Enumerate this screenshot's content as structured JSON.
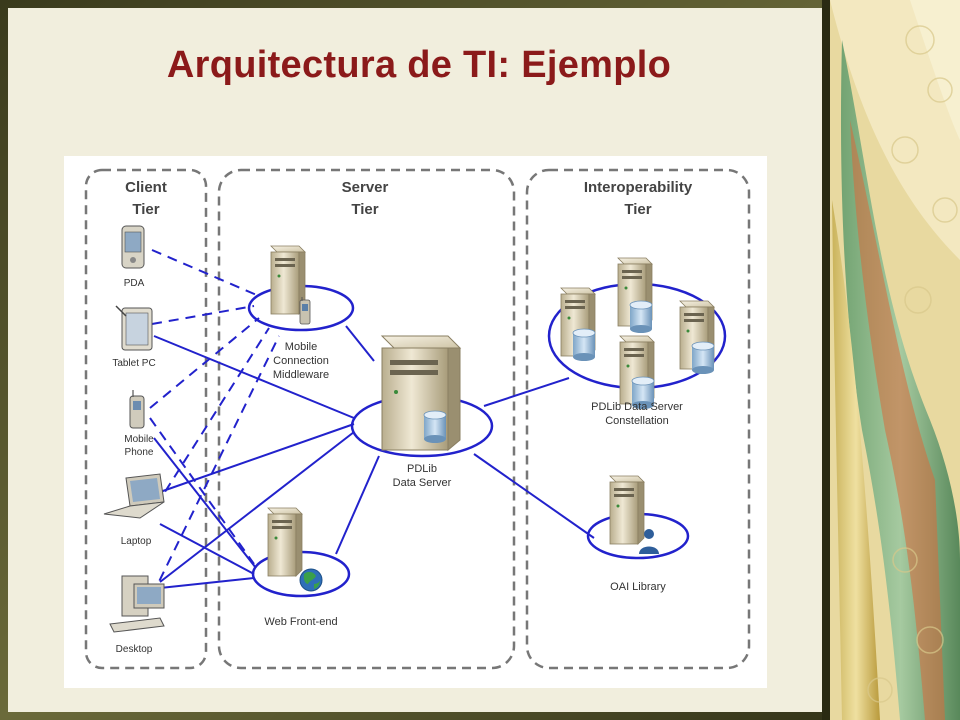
{
  "slide": {
    "title": "Arquitectura de TI: Ejemplo"
  },
  "colors": {
    "title": "#8b1a1a",
    "slide_background": "#f1eedd",
    "connector": "#2222cc",
    "dashed_box": "#777777",
    "diagram_background": "#ffffff"
  },
  "tiers": {
    "client": {
      "line1": "Client",
      "line2": "Tier"
    },
    "server": {
      "line1": "Server",
      "line2": "Tier"
    },
    "interop": {
      "line1": "Interoperability",
      "line2": "Tier"
    }
  },
  "clients": {
    "pda": "PDA",
    "tablet": "Tablet PC",
    "mobile_line1": "Mobile",
    "mobile_line2": "Phone",
    "laptop": "Laptop",
    "desktop": "Desktop"
  },
  "servers": {
    "mcm_line1": "Mobile",
    "mcm_line2": "Connection",
    "mcm_line3": "Middleware",
    "pdlib_line1": "PDLib",
    "pdlib_line2": "Data Server",
    "web": "Web Front-end"
  },
  "interop": {
    "constellation_line1": "PDLib Data Server",
    "constellation_line2": "Constellation",
    "oai": "OAI Library"
  },
  "icons": {
    "server": "server-tower-icon",
    "database": "database-cylinder-icon",
    "globe": "globe-icon",
    "user": "user-icon",
    "pda": "pda-icon",
    "tablet": "tablet-pc-icon",
    "phone": "mobile-phone-icon",
    "laptop": "laptop-icon",
    "desktop": "desktop-computer-icon"
  }
}
